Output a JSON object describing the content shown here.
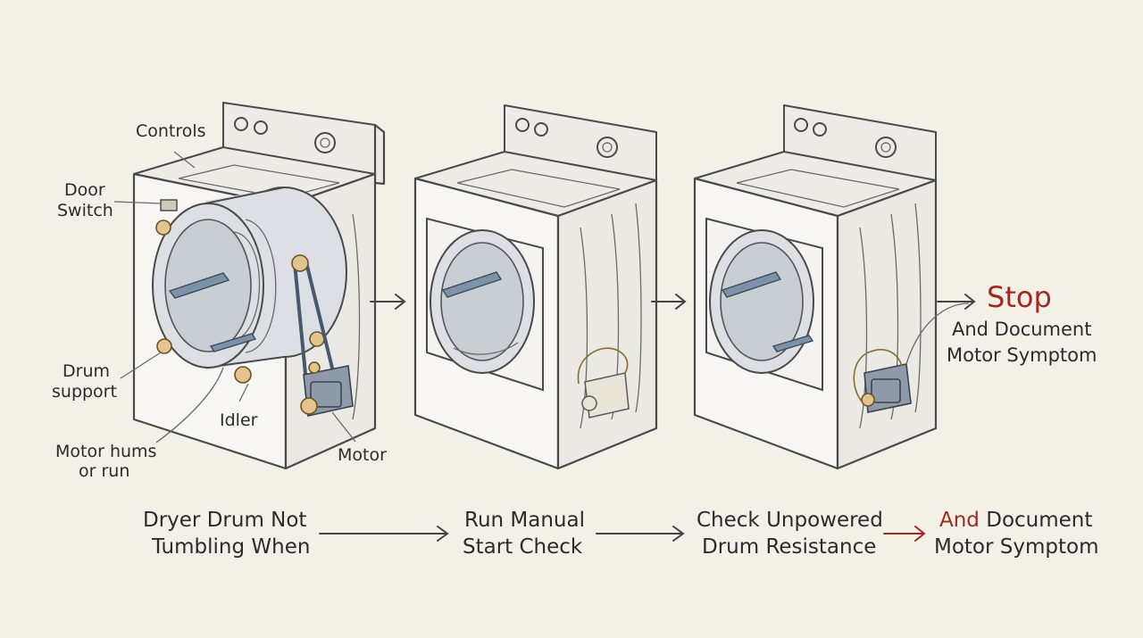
{
  "labels": {
    "controls": "Controls",
    "door_switch_1": "Door",
    "door_switch_2": "Switch",
    "drum_support_1": "Drum",
    "drum_support_2": "support",
    "idler": "Idler",
    "motor_hums_1": "Motor hums",
    "motor_hums_2": "or run",
    "motor": "Motor"
  },
  "stop_note": {
    "title": "Stop",
    "line1": "And Document",
    "line2": "Motor Symptom"
  },
  "steps": [
    {
      "line1": "Dryer Drum Not",
      "line2": "Tumbling When"
    },
    {
      "line1": "Run Manual",
      "line2": "Start Check"
    },
    {
      "line1": "Check Unpowered",
      "line2": "Drum Resistance"
    },
    {
      "line1_red": "And",
      "line1_rest": " Document",
      "line2": "Motor Symptom"
    }
  ],
  "colors": {
    "background": "#f3f0e8",
    "ink": "#4a4a4a",
    "accent_red": "#9e2a22",
    "belt": "#46596e",
    "roller": "#e3c48e"
  }
}
